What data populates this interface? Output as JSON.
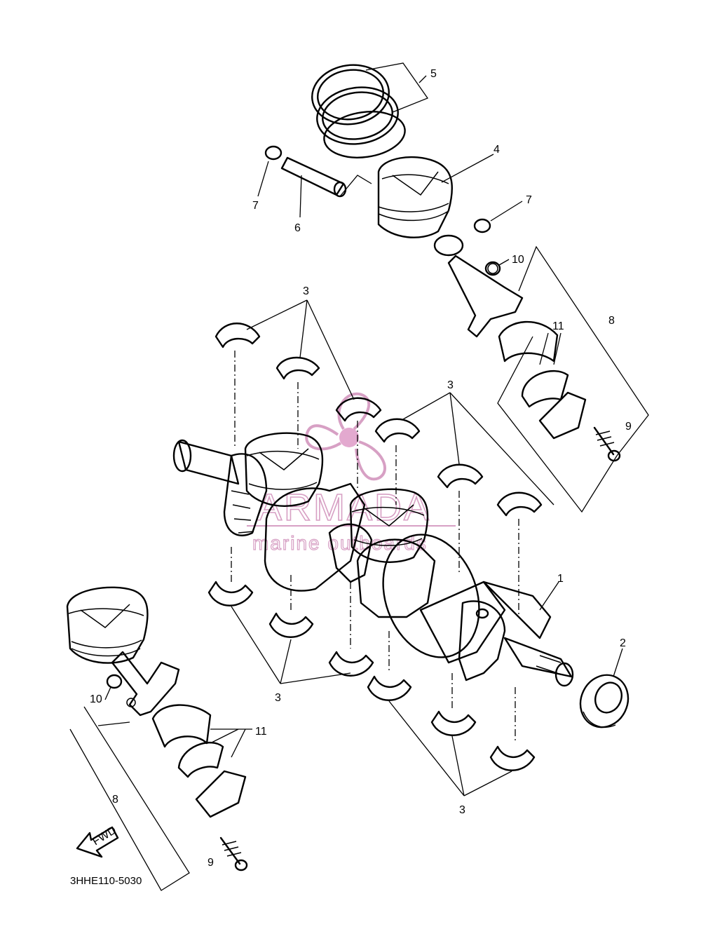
{
  "diagram_code": "3HHE110-5030",
  "watermark": {
    "brand": "ARMADA",
    "tagline": "marine outboards",
    "color": "#d7a0c4"
  },
  "fwd_label": "FWD",
  "callouts": [
    "1",
    "2",
    "3",
    "4",
    "5",
    "6",
    "7",
    "8",
    "9",
    "10",
    "11"
  ],
  "colors": {
    "line": "#000000",
    "watermark": "#d7a0c4"
  }
}
